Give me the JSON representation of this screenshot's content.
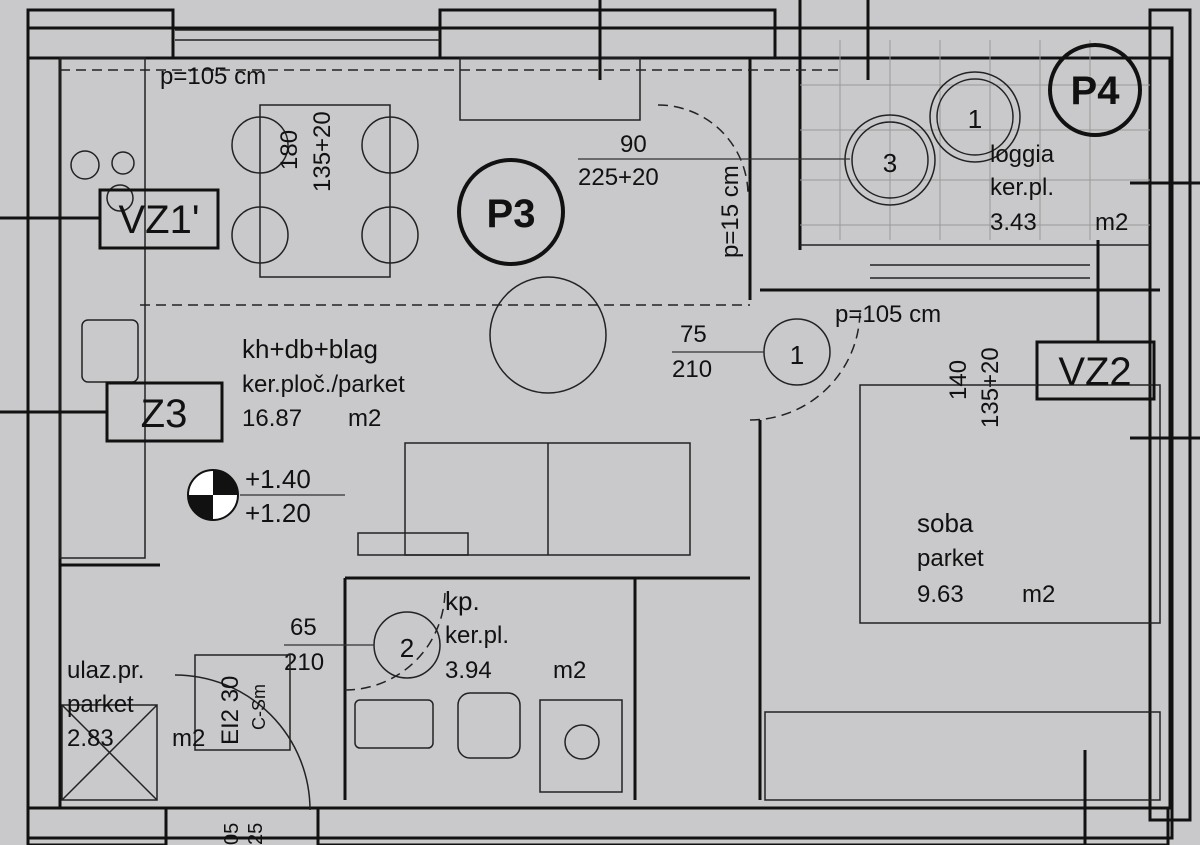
{
  "rooms": {
    "P3": {
      "tag": "P3",
      "name": "kh+db+blag",
      "floor": "ker.ploč./parket",
      "area": "16.87",
      "unit": "m2"
    },
    "P4": {
      "tag": "P4",
      "name": "loggia",
      "floor": "ker.pl.",
      "area": "3.43",
      "unit": "m2"
    },
    "soba": {
      "name": "soba",
      "floor": "parket",
      "area": "9.63",
      "unit": "m2"
    },
    "kp": {
      "name": "kp.",
      "floor": "ker.pl.",
      "area": "3.94",
      "unit": "m2"
    },
    "ulaz": {
      "name": "ulaz.pr.",
      "floor": "parket",
      "area": "2.83",
      "unit": "m2"
    }
  },
  "windows": {
    "top_parapet": "p=105 cm",
    "table_dim_a": "180",
    "table_dim_b": "135+20",
    "loggia_door_w": "90",
    "loggia_door_h": "225+20",
    "side_parapet": "p=15 cm",
    "soba_parapet": "p=105 cm",
    "soba_dim_a": "140",
    "soba_dim_b": "135+20"
  },
  "doors": {
    "d1": {
      "num": "1",
      "w": "75",
      "h": "210"
    },
    "d2": {
      "num": "2",
      "w": "65",
      "h": "210"
    },
    "entrance": {
      "rating": "EI2 30",
      "type": "C-Sm",
      "w": "05",
      "h": "25"
    }
  },
  "markers": {
    "loggia_3": "3",
    "loggia_1": "1",
    "vz1": "VZ1'",
    "z3": "Z3",
    "vz2": "VZ2"
  },
  "levels": {
    "upper": "+1.40",
    "lower": "+1.20"
  },
  "colors": {
    "background": "#c9c9cb",
    "lines": "#111111"
  }
}
